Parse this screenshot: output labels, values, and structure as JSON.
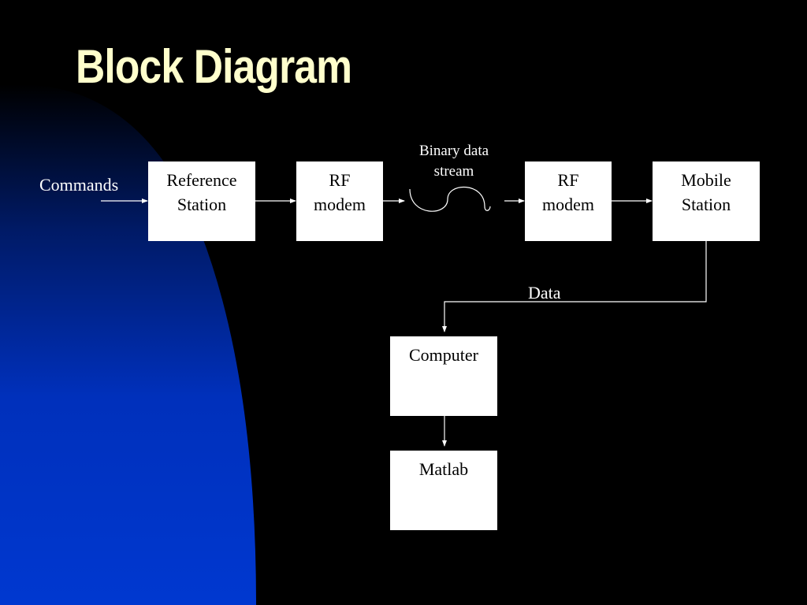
{
  "slide": {
    "title": "Block Diagram"
  },
  "blocks": {
    "reference_station": {
      "line1": "Reference",
      "line2": "Station"
    },
    "rf_modem_tx": {
      "line1": "RF",
      "line2": "modem"
    },
    "rf_modem_rx": {
      "line1": "RF",
      "line2": "modem"
    },
    "mobile_station": {
      "line1": "Mobile",
      "line2": "Station"
    },
    "computer": {
      "label": "Computer"
    },
    "matlab": {
      "label": "Matlab"
    }
  },
  "labels": {
    "commands": "Commands",
    "binary_stream_line1": "Binary data",
    "binary_stream_line2": "stream",
    "data": "Data"
  },
  "colors": {
    "background": "#000000",
    "title": "#ffffcc",
    "blue_shape": "#0033cc",
    "box_fill": "#ffffff",
    "line": "#ffffff"
  }
}
